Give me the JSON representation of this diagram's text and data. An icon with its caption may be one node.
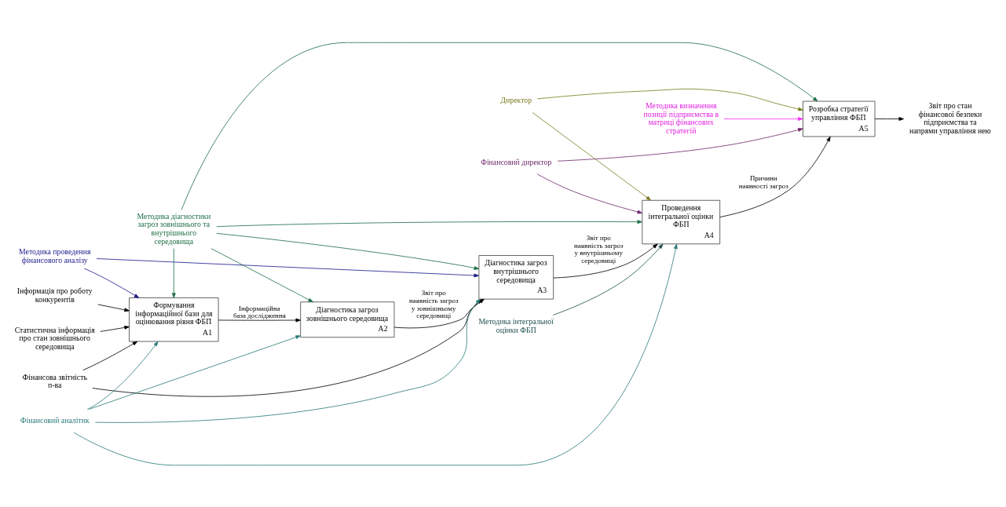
{
  "diagram": {
    "nodes": [
      {
        "text": [
          "Методика проведення фінансового аналізу"
        ]
      },
      {
        "text": [
          "Методика діагностики загроз зовнішнього та внутрішнього середовища"
        ]
      },
      {
        "text": [
          "Методика інтегральної оцінки ФБП"
        ]
      },
      {
        "text": [
          "Методика визначення позиції підприємства в матриці фінансових стратегій"
        ]
      },
      {
        "text": [
          "Фінансова звітність п-ва"
        ]
      },
      {
        "text": [
          "Статистична інформація про стан зовнішнього середовища"
        ]
      },
      {
        "text": [
          "Інформація про роботу конкурентів"
        ]
      },
      {
        "text": [
          "Формування інформаційної бази для оцінювання рівня ФБП",
          "A1"
        ]
      },
      {
        "text": [
          "Діагностика загроз зовнішнього середовища",
          "A2"
        ]
      },
      {
        "text": [
          "Діагностика загроз внутрішнього середовища",
          "A3"
        ]
      },
      {
        "text": [
          "Проведення інтегральної оцінки ФБП",
          "A4"
        ]
      },
      {
        "text": [
          "Розробка стратегії управління ФБП",
          "A5"
        ]
      },
      {
        "text": [
          "Звіт про стан фінансової безпеки підприємства та напрями управління нею"
        ]
      },
      {
        "text": [
          "Фінансовий аналітик"
        ]
      },
      {
        "text": [
          "Фінансовий директор"
        ]
      },
      {
        "text": [
          "Директор"
        ]
      }
    ],
    "edges": [
      {
        "from": 4,
        "to": 7,
        "arrow": "to"
      },
      {
        "from": 5,
        "to": 7,
        "arrow": "to"
      },
      {
        "from": 6,
        "to": 7,
        "arrow": "to"
      },
      {
        "from": 4,
        "to": 9,
        "arrow": "to"
      },
      {
        "from": 0,
        "to": 7,
        "arrow": "to",
        "color": "#1a1a8c"
      },
      {
        "from": 0,
        "to": 9,
        "arrow": "to",
        "color": "#1a1a8c"
      },
      {
        "from": 1,
        "to": 7,
        "arrow": "to",
        "color": "#1e6e46"
      },
      {
        "from": 1,
        "to": 8,
        "arrow": "to",
        "color": "#1e6e46"
      },
      {
        "from": 1,
        "to": 9,
        "arrow": "to",
        "color": "#1e6e46"
      },
      {
        "from": 1,
        "to": 10,
        "arrow": "to",
        "color": "#1e6e46"
      },
      {
        "from": 1,
        "to": 11,
        "arrow": "to",
        "color": "#1e6e46"
      },
      {
        "from": 2,
        "to": 10,
        "arrow": "to",
        "color": "#1f4f4f"
      },
      {
        "from": 3,
        "to": 11,
        "arrow": "to",
        "color": "#ff33ff"
      },
      {
        "from": 7,
        "to": 8,
        "arrow": "to",
        "label": "Інформаційна база дослідження"
      },
      {
        "from": 8,
        "to": 9,
        "arrow": "to",
        "label": "Звіт про наявність загроз у зовнішньому середовищі"
      },
      {
        "from": 9,
        "to": 10,
        "arrow": "to",
        "label": "Звіт про наявність загроз у внутрішньому середовищі"
      },
      {
        "from": 10,
        "to": 11,
        "arrow": "to",
        "label": "Причини наявності загроз"
      },
      {
        "from": 11,
        "to": 12,
        "arrow": "to"
      },
      {
        "from": 13,
        "to": 7,
        "arrow": "to",
        "color": "#2a7a78"
      },
      {
        "from": 13,
        "to": 8,
        "arrow": "to",
        "color": "#2a7a78"
      },
      {
        "from": 13,
        "to": 9,
        "arrow": "to",
        "color": "#2a7a78"
      },
      {
        "from": 13,
        "to": 10,
        "arrow": "to",
        "color": "#2a7a78"
      },
      {
        "from": 14,
        "to": 10,
        "arrow": "to",
        "color": "#6e2a6e"
      },
      {
        "from": 14,
        "to": 11,
        "arrow": "to",
        "color": "#6e2a6e"
      },
      {
        "from": 15,
        "to": 10,
        "arrow": "to",
        "color": "#7a7a20"
      },
      {
        "from": 15,
        "to": 11,
        "arrow": "to",
        "color": "#7a7a20"
      }
    ]
  }
}
